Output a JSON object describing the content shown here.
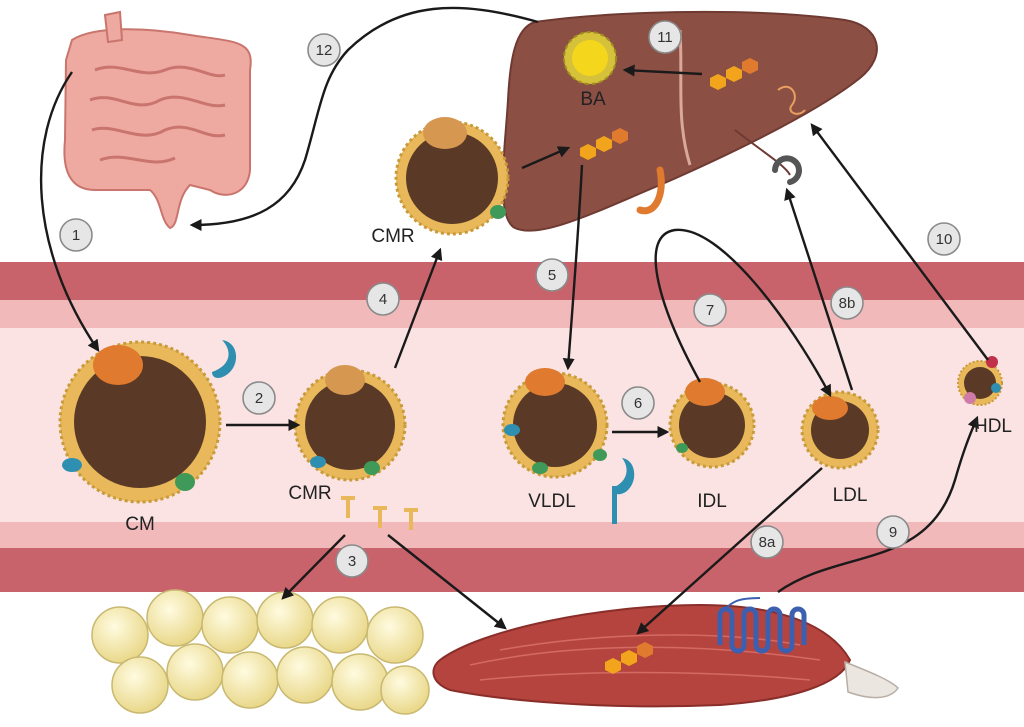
{
  "labels": {
    "cm": "CM",
    "cmr_vessel": "CMR",
    "cmr_liver": "CMR",
    "vldl": "VLDL",
    "idl": "IDL",
    "ldl": "LDL",
    "hdl": "HDL",
    "ba": "BA"
  },
  "steps": [
    "1",
    "2",
    "3",
    "4",
    "5",
    "6",
    "7",
    "8a",
    "8b",
    "9",
    "10",
    "11",
    "12"
  ],
  "colors": {
    "vessel_outer": "#c9636b",
    "vessel_mid": "#f2b9bb",
    "vessel_lumen": "#fbe3e3",
    "liver": "#8c4f44",
    "liver_shadow": "#6e3a32",
    "intestine": "#eea9a0",
    "muscle": "#b5443f",
    "adipocyte": "#f3e7a8",
    "particle_shell": "#e8b85a",
    "particle_core": "#5a3a26",
    "apo_orange": "#e07a2e",
    "apo_blue": "#2f8fb0",
    "apo_green": "#3f9a5a",
    "badge_fill": "#e6e6e6",
    "badge_stroke": "#8a8a8a"
  }
}
